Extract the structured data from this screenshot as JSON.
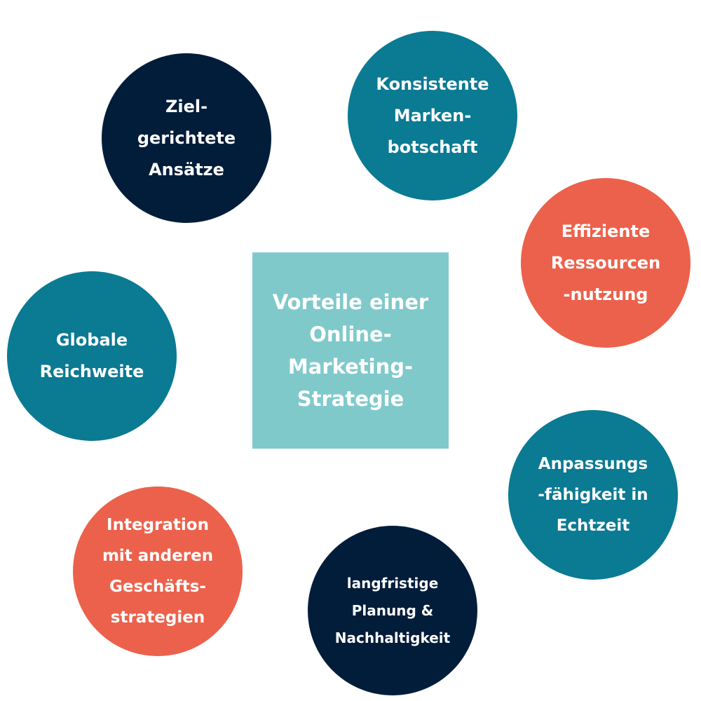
{
  "colors": {
    "navy": "#021d3a",
    "teal": "#0b7a93",
    "coral": "#ec614b",
    "light_teal": "#7fc9cb",
    "text": "#ffffff",
    "background": "#ffffff"
  },
  "center": {
    "lines": [
      "Vorteile einer",
      "Online-",
      "Marketing-",
      "Strategie"
    ]
  },
  "circles": [
    {
      "id": "zielgerichtete",
      "color": "navy",
      "lines": [
        "Ziel-",
        "gerichtete",
        "Ansätze"
      ]
    },
    {
      "id": "konsistente",
      "color": "teal",
      "lines": [
        "Konsistente",
        "Marken-",
        "botschaft"
      ]
    },
    {
      "id": "effiziente",
      "color": "coral",
      "lines": [
        "Effiziente",
        "Ressourcen",
        "-nutzung"
      ]
    },
    {
      "id": "anpassung",
      "color": "teal",
      "lines": [
        "Anpassungs",
        "-fähigkeit in",
        "Echtzeit"
      ]
    },
    {
      "id": "langfristig",
      "color": "navy",
      "lines": [
        "langfristige",
        "Planung &",
        "Nachhaltigkeit"
      ]
    },
    {
      "id": "integration",
      "color": "coral",
      "lines": [
        "Integration",
        "mit anderen",
        "Geschäfts-",
        "strategien"
      ]
    },
    {
      "id": "global",
      "color": "teal",
      "lines": [
        "Globale",
        "Reichweite"
      ]
    }
  ]
}
